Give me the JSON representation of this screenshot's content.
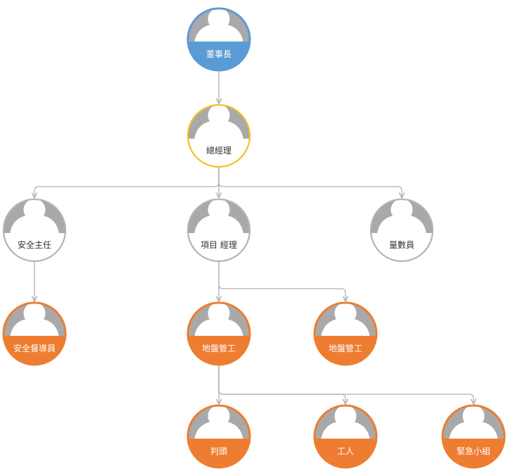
{
  "colors": {
    "avatar_gray": "#a9a9a9",
    "connector": "#b0b0b0",
    "chairman_blue": "#5b9bd5",
    "gm_yellow": "#f4c025",
    "staff_orange": "#ee7d31",
    "outline_gray": "#b4b4b4",
    "text_dark": "#333333",
    "text_light": "#ffffff"
  },
  "nodes": [
    {
      "id": "chairman",
      "label": "董事長",
      "style": "blue"
    },
    {
      "id": "general-manager",
      "label": "總經理",
      "style": "yellow"
    },
    {
      "id": "safety-director",
      "label": "安全主任",
      "style": "gray"
    },
    {
      "id": "project-manager",
      "label": "項目 經理",
      "style": "gray"
    },
    {
      "id": "quantity-surveyor",
      "label": "量數員",
      "style": "gray"
    },
    {
      "id": "safety-supervisor",
      "label": "安全督導員",
      "style": "orange"
    },
    {
      "id": "foundation-foreman-1",
      "label": "地盤管工",
      "style": "orange"
    },
    {
      "id": "foundation-foreman-2",
      "label": "地盤管工",
      "style": "orange"
    },
    {
      "id": "subcontractor",
      "label": "判頭",
      "style": "orange"
    },
    {
      "id": "worker",
      "label": "工人",
      "style": "orange"
    },
    {
      "id": "emergency-team",
      "label": "緊急小組",
      "style": "orange"
    }
  ],
  "edges": [
    [
      "chairman",
      "general-manager"
    ],
    [
      "general-manager",
      "safety-director"
    ],
    [
      "general-manager",
      "project-manager"
    ],
    [
      "general-manager",
      "quantity-surveyor"
    ],
    [
      "safety-director",
      "safety-supervisor"
    ],
    [
      "project-manager",
      "foundation-foreman-1"
    ],
    [
      "project-manager",
      "foundation-foreman-2"
    ],
    [
      "foundation-foreman-1",
      "subcontractor"
    ],
    [
      "foundation-foreman-1",
      "worker"
    ],
    [
      "foundation-foreman-1",
      "emergency-team"
    ]
  ]
}
